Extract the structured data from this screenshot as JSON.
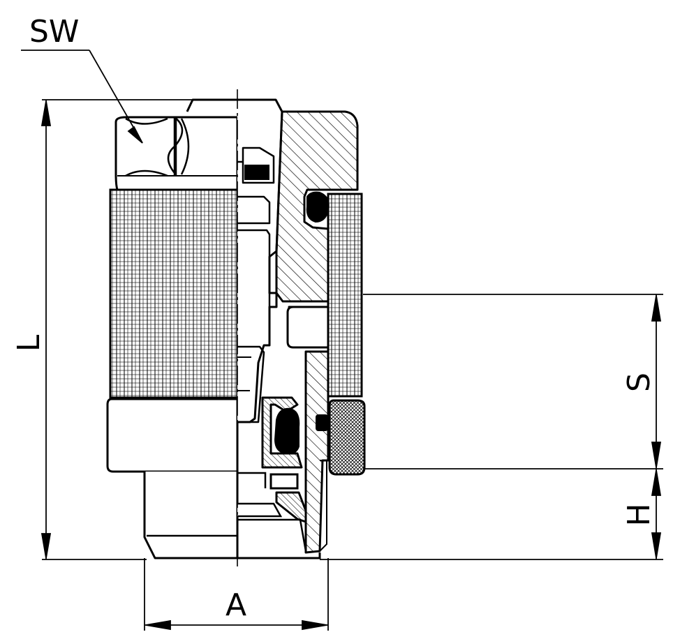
{
  "labels": {
    "wrench_size": "SW",
    "length": "L",
    "stroke": "S",
    "height": "H",
    "diameter": "A"
  },
  "colors": {
    "line": "#000000",
    "background": "#ffffff"
  }
}
